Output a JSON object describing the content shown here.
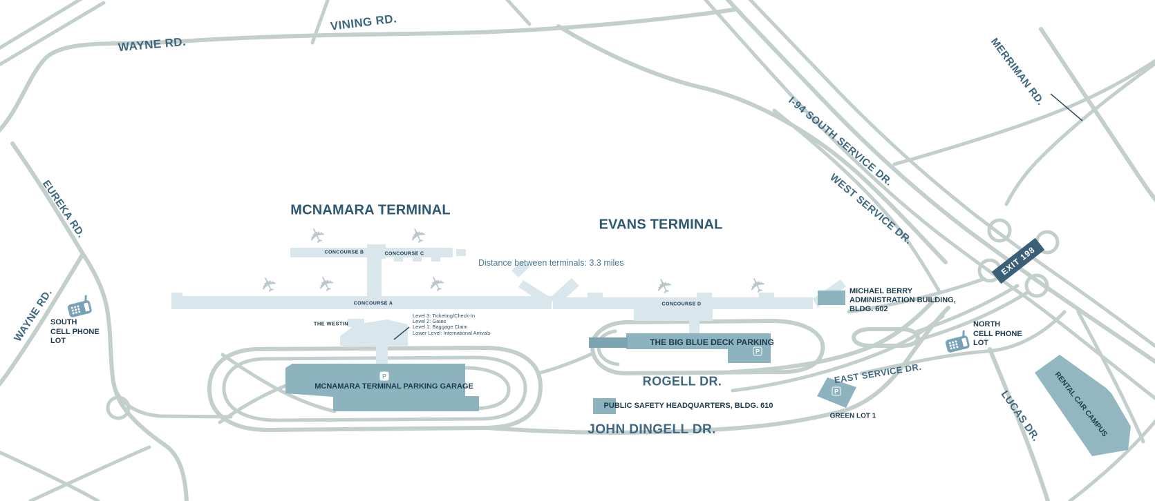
{
  "map": {
    "terminals": {
      "mcnamara": "MCNAMARA TERMINAL",
      "evans": "EVANS TERMINAL"
    },
    "distance_note": "Distance between terminals: 3.3 miles",
    "roads": {
      "wayne_top": "WAYNE RD.",
      "vining": "VINING RD.",
      "merriman": "MERRIMAN RD.",
      "i94_south_service": "I-94 SOUTH SERVICE DR.",
      "west_service": "WEST SERVICE DR.",
      "eureka": "EUREKA RD.",
      "wayne_left": "WAYNE RD.",
      "rogell": "ROGELL DR.",
      "john_dingell": "JOHN DINGELL DR.",
      "east_service": "EAST SERVICE DR.",
      "lucas": "LUCAS DR."
    },
    "exit_badge": "EXIT 198",
    "concourses": {
      "a": "CONCOURSE A",
      "b": "CONCOURSE B",
      "c": "CONCOURSE C",
      "d": "CONCOURSE D"
    },
    "buildings": {
      "westin": "THE WESTIN",
      "mcnamara_garage": "MCNAMARA TERMINAL PARKING GARAGE",
      "big_blue_deck": "THE BIG BLUE DECK PARKING",
      "michael_berry": "MICHAEL BERRY\nADMINISTRATION BUILDING,\nBLDG. 602",
      "public_safety": "PUBLIC SAFETY HEADQUARTERS, BLDG. 610",
      "green_lot": "GREEN LOT 1",
      "rental_car": "RENTAL CAR CAMPUS"
    },
    "cell_phone_lots": {
      "south": "SOUTH\nCELL PHONE\nLOT",
      "north": "NORTH\nCELL PHONE\nLOT"
    },
    "mcnamara_levels": "Level 3:  Ticketing/Check-In\nLevel 2: Gates\nLevel 1: Baggage Claim\nLower Level: International Arrivals",
    "icons": {
      "parking": "P",
      "plane": "✈"
    },
    "colors": {
      "road": "#c3cfcc",
      "terminal_fill": "#d9e7ed",
      "building_fill": "#8cb3be",
      "label_navy": "#2d5873",
      "road_label": "#3f6880",
      "exit_badge_bg": "#3b5f76"
    }
  }
}
